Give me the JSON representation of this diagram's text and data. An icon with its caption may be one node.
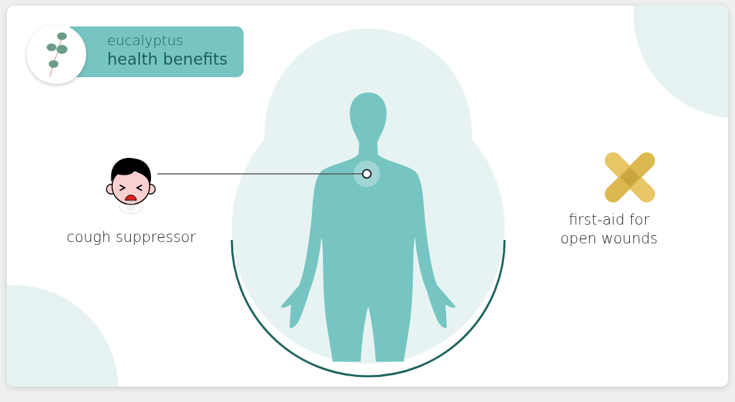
{
  "diagram": {
    "nodes": [
      {
        "text": [
          "eucalyptus",
          "health benefits"
        ]
      },
      {
        "text": [
          "cough suppressor"
        ]
      },
      {
        "text": [
          "first-aid for open wounds"
        ]
      },
      {
        "text": [],
        "shape": "circle"
      }
    ],
    "edges": [
      {
        "from": 1,
        "to": 3,
        "arrow": "none"
      }
    ]
  }
}
